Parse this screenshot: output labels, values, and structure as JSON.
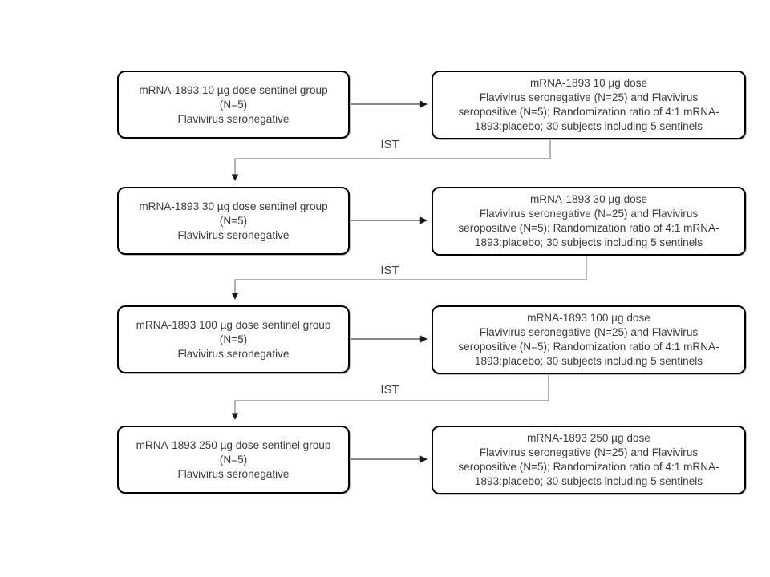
{
  "theme": {
    "background": "#ffffff",
    "box_fill": "#ffffff",
    "box_border": "#000000",
    "text": "#3b3b3b",
    "connector": "#808080",
    "arrow": "#404040"
  },
  "diagram": {
    "type": "flowchart",
    "description_visible_only": "Dose-escalation flow: sentinel group feeds full cohort; IST gates each escalation step",
    "rows": [
      {
        "dose": "10 µg",
        "sentinel": {
          "text": "mRNA-1893 10 µg dose sentinel group\n(N=5)\nFlavivirus seronegative"
        },
        "cohort": {
          "text": "mRNA-1893 10 µg dose\nFlavivirus seronegative (N=25) and Flavivirus\nseropositive (N=5); Randomization ratio of 4:1 mRNA-\n1893:placebo; 30 subjects including 5 sentinels"
        }
      },
      {
        "dose": "30 µg",
        "sentinel": {
          "text": "mRNA-1893 30 µg dose sentinel group\n(N=5)\nFlavivirus seronegative"
        },
        "cohort": {
          "text": "mRNA-1893 30 µg dose\nFlavivirus seronegative (N=25) and Flavivirus\nseropositive (N=5); Randomization ratio of 4:1 mRNA-\n1893:placebo; 30 subjects including 5 sentinels"
        }
      },
      {
        "dose": "100 µg",
        "sentinel": {
          "text": "mRNA-1893 100 µg dose sentinel group\n(N=5)\nFlavivirus seronegative"
        },
        "cohort": {
          "text": "mRNA-1893 100 µg dose\nFlavivirus seronegative (N=25) and Flavivirus\nseropositive (N=5); Randomization ratio of 4:1 mRNA-\n1893:placebo; 30 subjects including 5 sentinels"
        }
      },
      {
        "dose": "250 µg",
        "sentinel": {
          "text": "mRNA-1893 250 µg dose sentinel group\n(N=5)\nFlavivirus seronegative"
        },
        "cohort": {
          "text": "mRNA-1893 250 µg dose\nFlavivirus seronegative (N=25) and Flavivirus\nseropositive (N=5); Randomization ratio of 4:1 mRNA-\n1893:placebo; 30 subjects including 5 sentinels"
        }
      }
    ],
    "connectors": [
      {
        "label": "IST"
      },
      {
        "label": "IST"
      },
      {
        "label": "IST"
      }
    ]
  }
}
